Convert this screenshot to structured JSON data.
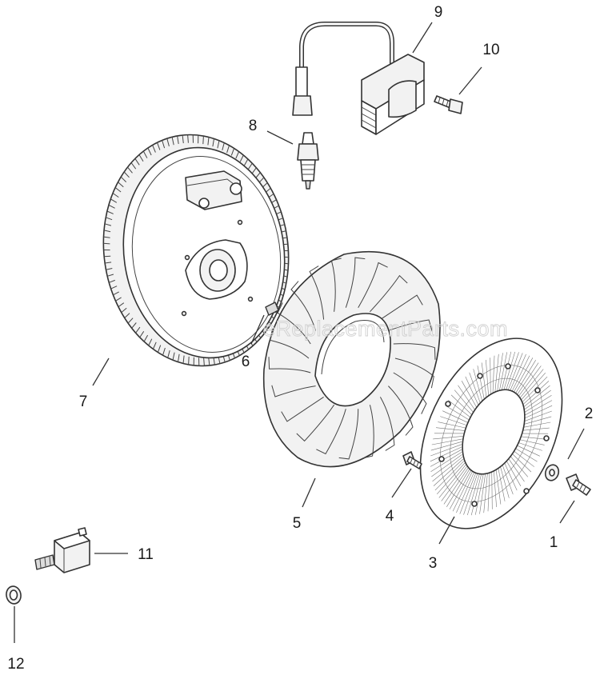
{
  "diagram": {
    "watermark": "eReplacementParts.com",
    "callouts": [
      {
        "id": "1",
        "label": "1",
        "part": "flywheel-screw"
      },
      {
        "id": "2",
        "label": "2",
        "part": "washer"
      },
      {
        "id": "3",
        "label": "3",
        "part": "debris-screen"
      },
      {
        "id": "4",
        "label": "4",
        "part": "fan-screw"
      },
      {
        "id": "5",
        "label": "5",
        "part": "cooling-fan"
      },
      {
        "id": "6",
        "label": "6",
        "part": "woodruff-key"
      },
      {
        "id": "7",
        "label": "7",
        "part": "flywheel"
      },
      {
        "id": "8",
        "label": "8",
        "part": "spark-plug"
      },
      {
        "id": "9",
        "label": "9",
        "part": "ignition-module"
      },
      {
        "id": "10",
        "label": "10",
        "part": "module-screw"
      },
      {
        "id": "11",
        "label": "11",
        "part": "toggle-switch"
      },
      {
        "id": "12",
        "label": "12",
        "part": "switch-nut"
      }
    ]
  },
  "colors": {
    "line": "#333333",
    "fill": "#f2f2f2",
    "watermark": "#d0d0d0"
  }
}
